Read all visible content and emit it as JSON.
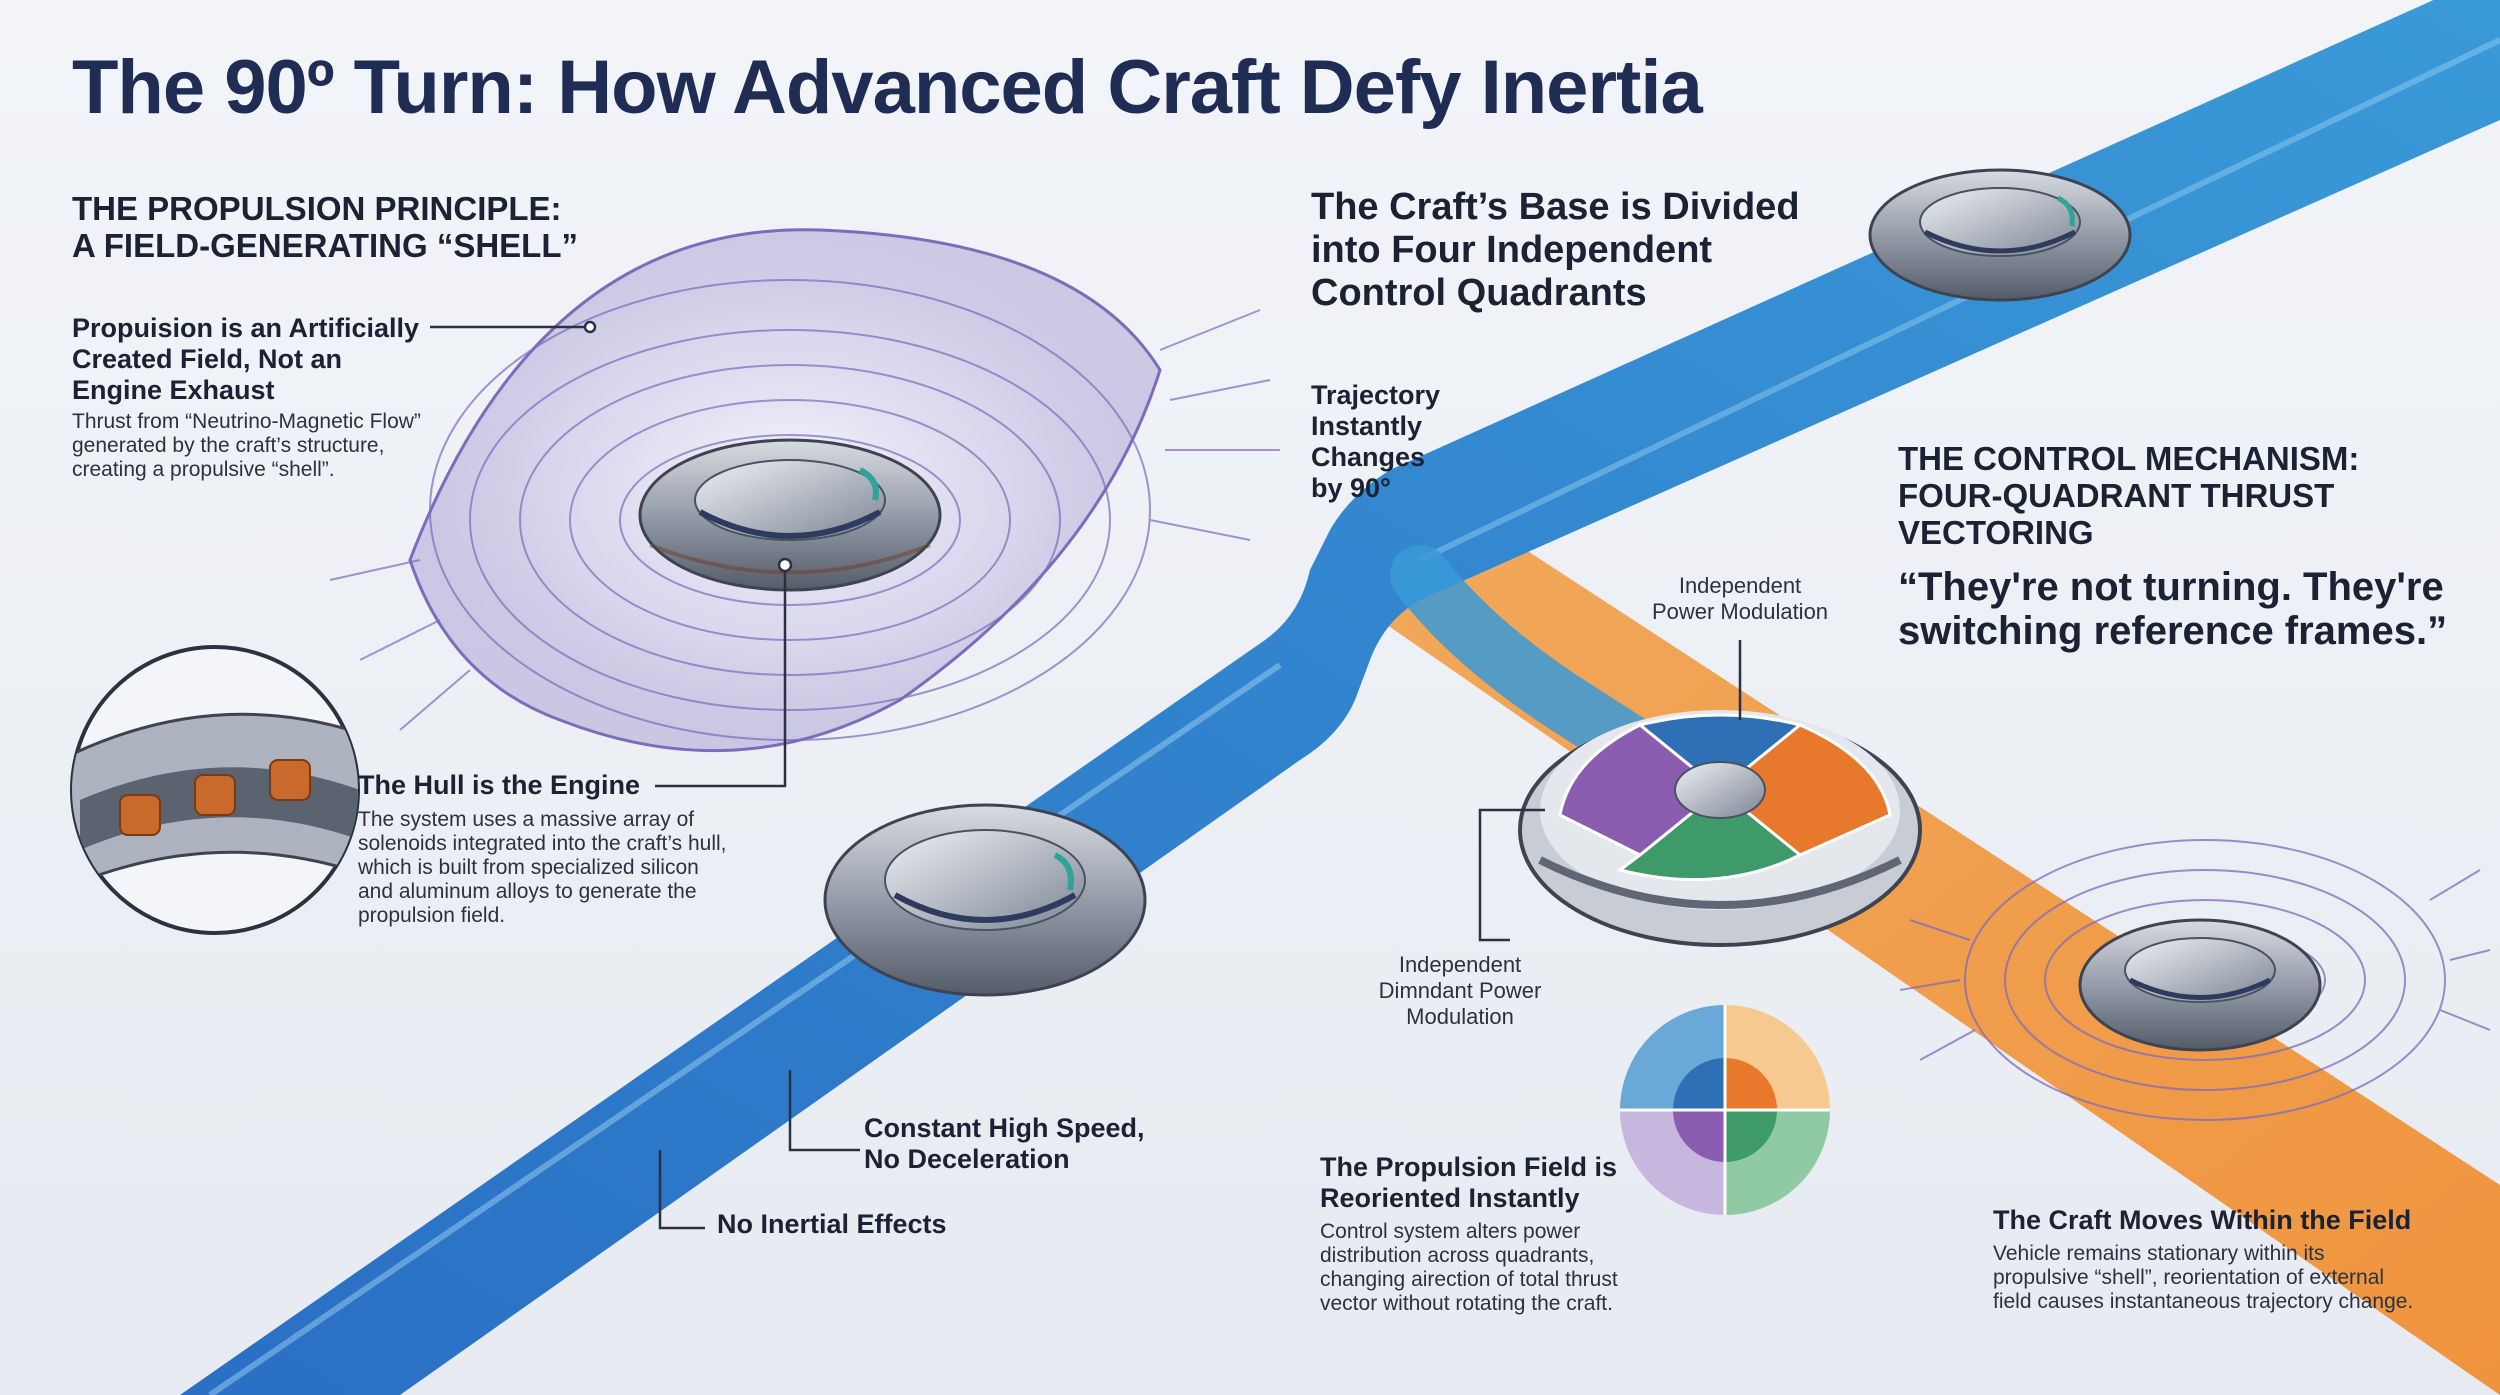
{
  "title": "The 90º Turn: How Advanced Craft Defy Inertia",
  "propulsion": {
    "section_title": "THE PROPULSION PRINCIPLE:\nA FIELD-GENERATING “SHELL”",
    "heading": "Propuision is an Artificially\nCreated Field, Not an\nEngine Exhaust",
    "body": "Thrust from “Neutrino-Magnetic Flow”\ngenerated by the craft’s structure,\ncreating a propulsive “shell”."
  },
  "hull": {
    "heading": "The Hull is the Engine",
    "body": "The system uses a massive array of\nsolenoids integrated into the craft’s hull,\nwhich is built from specialized silicon\nand aluminum alloys to generate the\npropulsion field."
  },
  "trajectory": {
    "speed_label": "Constant High Speed,\nNo Deceleration",
    "inertia_label": "No Inertial Effects",
    "turn_label": "Trajectory\nInstantly\nChanges\nby 90°"
  },
  "quadrants": {
    "heading": "The Craft’s Base is Divided\ninto Four Independent\nControl Quadrants",
    "top_label": "Independent\nPower Modulation",
    "side_label": "Independent\nDimndant Power\nModulation",
    "field_heading": "The Propulsion Field is\nReoriented Instantly",
    "field_body": "Control system alters power\ndistribution across quadrants,\nchanging airection of total thrust\nvector without rotating the craft.",
    "colors": {
      "blue": "#2f6fb6",
      "orange": "#e8782c",
      "green": "#3f9a6a",
      "purple": "#8a5db0"
    }
  },
  "control": {
    "section_title": "THE CONTROL MECHANISM:\nFOUR-QUADRANT THRUST\nVECTORING",
    "quote": "“They're not turning. They're\nswitching reference frames.”"
  },
  "field": {
    "heading": "The Craft Moves Within the Field",
    "body": "Vehicle remains stationary within its\npropulsive “shell”, reorientation of external\nfield causes instantaneous trajectory change."
  }
}
